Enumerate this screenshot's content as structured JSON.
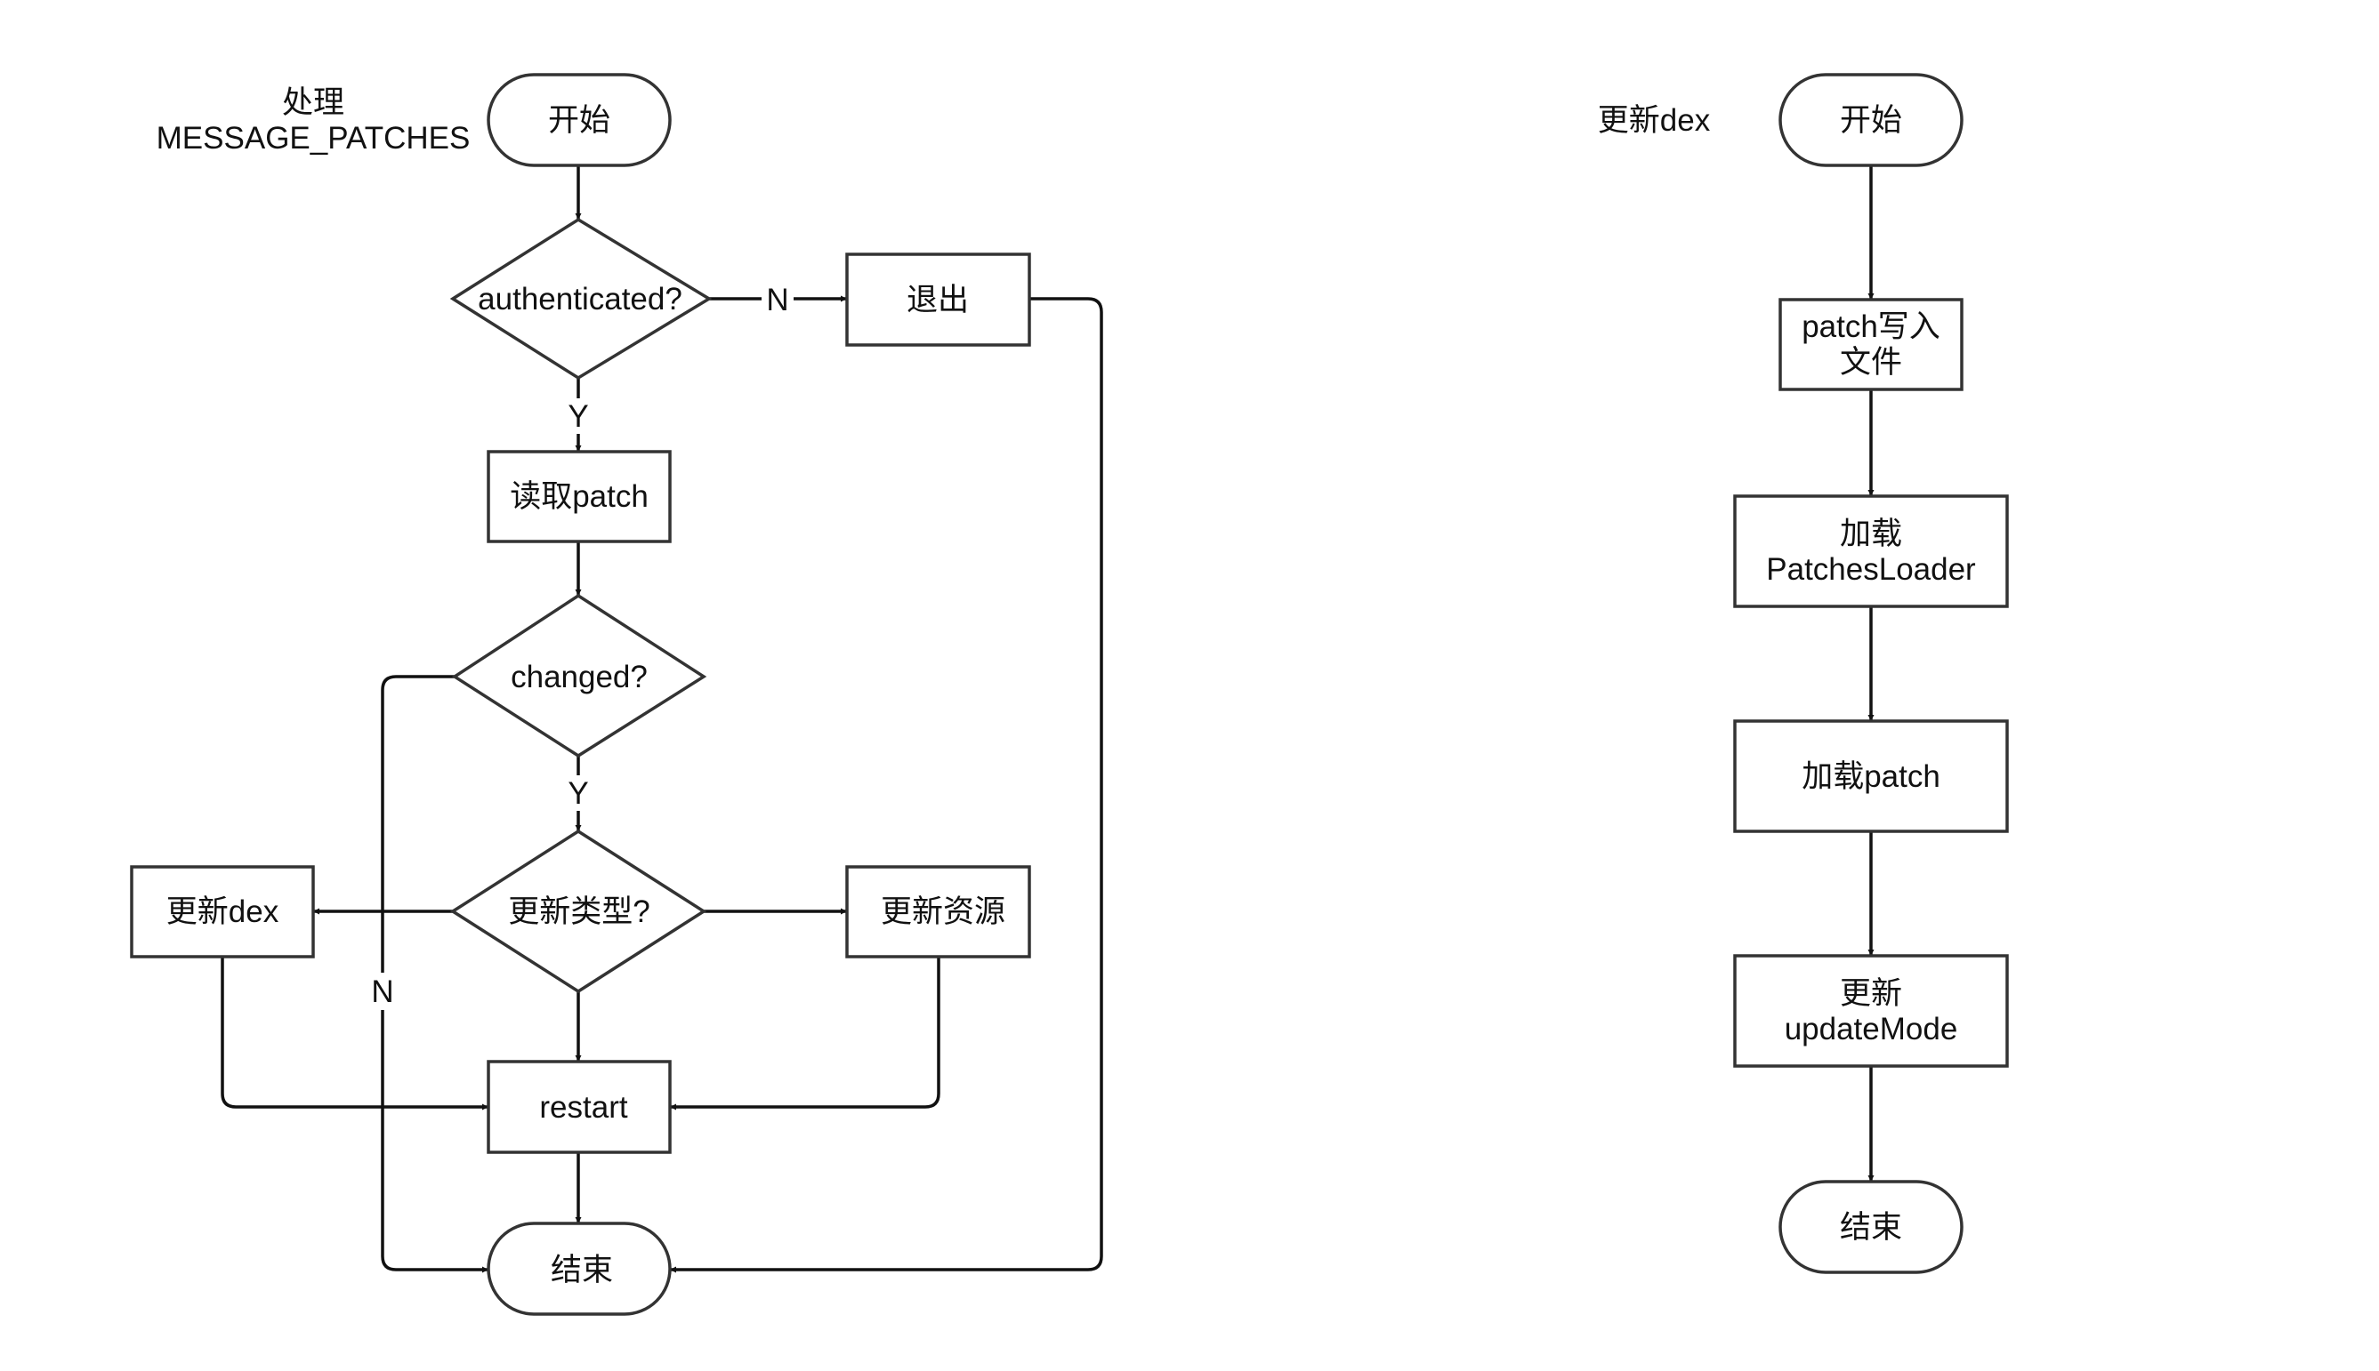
{
  "left_flow": {
    "title": "处理\nMESSAGE_PATCHES",
    "nodes": {
      "start": "开始",
      "auth": "authenticated?",
      "exit": "退出",
      "read": "读取patch",
      "changed": "changed?",
      "type": "更新类型?",
      "dex": "更新dex",
      "res": "更新资源",
      "restart": "restart",
      "end": "结束"
    },
    "edge_labels": {
      "auth_no": "N",
      "auth_yes": "Y",
      "changed_yes": "Y",
      "changed_no": "N"
    }
  },
  "right_flow": {
    "title": "更新dex",
    "nodes": {
      "start": "开始",
      "write": "patch写入\n文件",
      "loader": "加载\nPatchesLoader",
      "load": "加载patch",
      "mode": "更新\nupdateMode",
      "end": "结束"
    }
  }
}
